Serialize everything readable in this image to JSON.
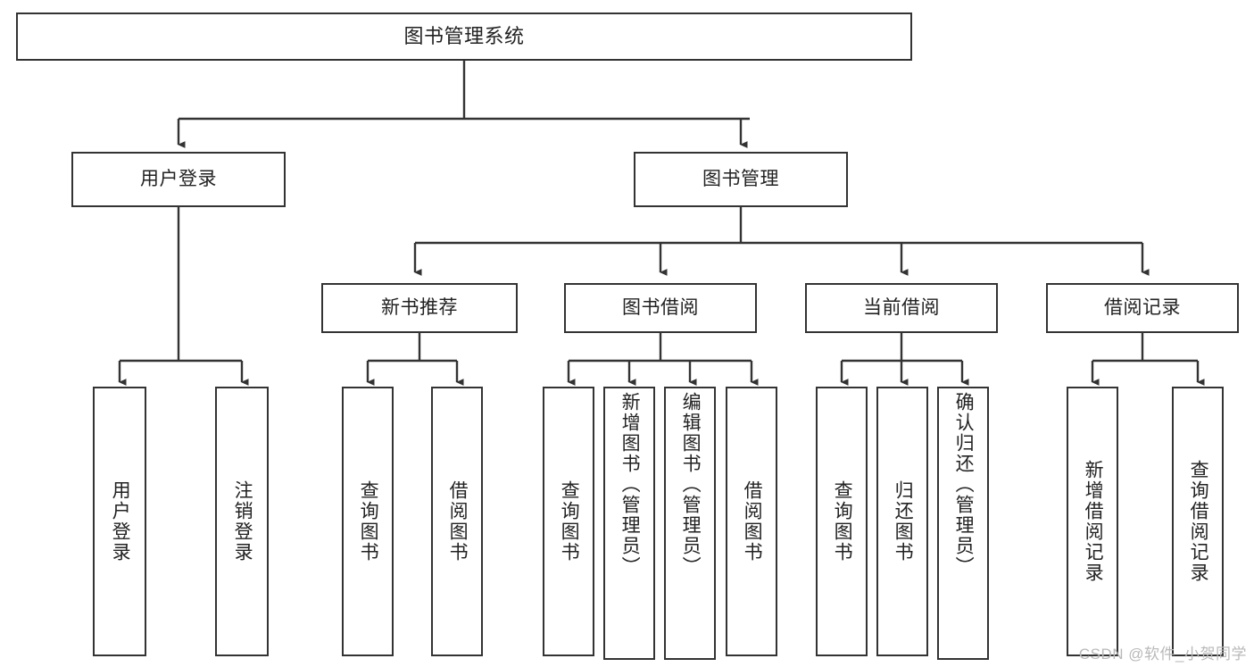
{
  "diagram": {
    "title": "图书管理系统",
    "type": "tree",
    "watermark": "CSDN @软件_小贺同学",
    "colors": {
      "background": "#ffffff",
      "node_border": "#333333",
      "node_fill": "#ffffff",
      "edge": "#333333",
      "text": "#222222",
      "watermark": "#b9b9b9"
    },
    "nodes": {
      "root": {
        "label": "图书管理系统"
      },
      "level2": [
        {
          "id": "user-login",
          "label": "用户登录"
        },
        {
          "id": "book-management",
          "label": "图书管理"
        }
      ],
      "level3": [
        {
          "id": "new-book-recommend",
          "label": "新书推荐"
        },
        {
          "id": "book-borrow",
          "label": "图书借阅"
        },
        {
          "id": "current-borrow",
          "label": "当前借阅"
        },
        {
          "id": "borrow-record",
          "label": "借阅记录"
        }
      ],
      "leaves": {
        "user-login": [
          {
            "id": "leaf-user-login",
            "label": "用户登录"
          },
          {
            "id": "leaf-user-logout",
            "label": "注销登录"
          }
        ],
        "new-book-recommend": [
          {
            "id": "leaf-query-book-1",
            "label": "查询图书"
          },
          {
            "id": "leaf-borrow-book-1",
            "label": "借阅图书"
          }
        ],
        "book-borrow": [
          {
            "id": "leaf-query-book-2",
            "label": "查询图书"
          },
          {
            "id": "leaf-add-book",
            "label": "新增图书（管理员）"
          },
          {
            "id": "leaf-edit-book",
            "label": "编辑图书（管理员）"
          },
          {
            "id": "leaf-borrow-book-2",
            "label": "借阅图书"
          }
        ],
        "current-borrow": [
          {
            "id": "leaf-query-book-3",
            "label": "查询图书"
          },
          {
            "id": "leaf-return-book",
            "label": "归还图书"
          },
          {
            "id": "leaf-confirm-return",
            "label": "确认归还（管理员）"
          }
        ],
        "borrow-record": [
          {
            "id": "leaf-add-record",
            "label": "新增借阅记录"
          },
          {
            "id": "leaf-query-record",
            "label": "查询借阅记录"
          }
        ]
      }
    }
  }
}
